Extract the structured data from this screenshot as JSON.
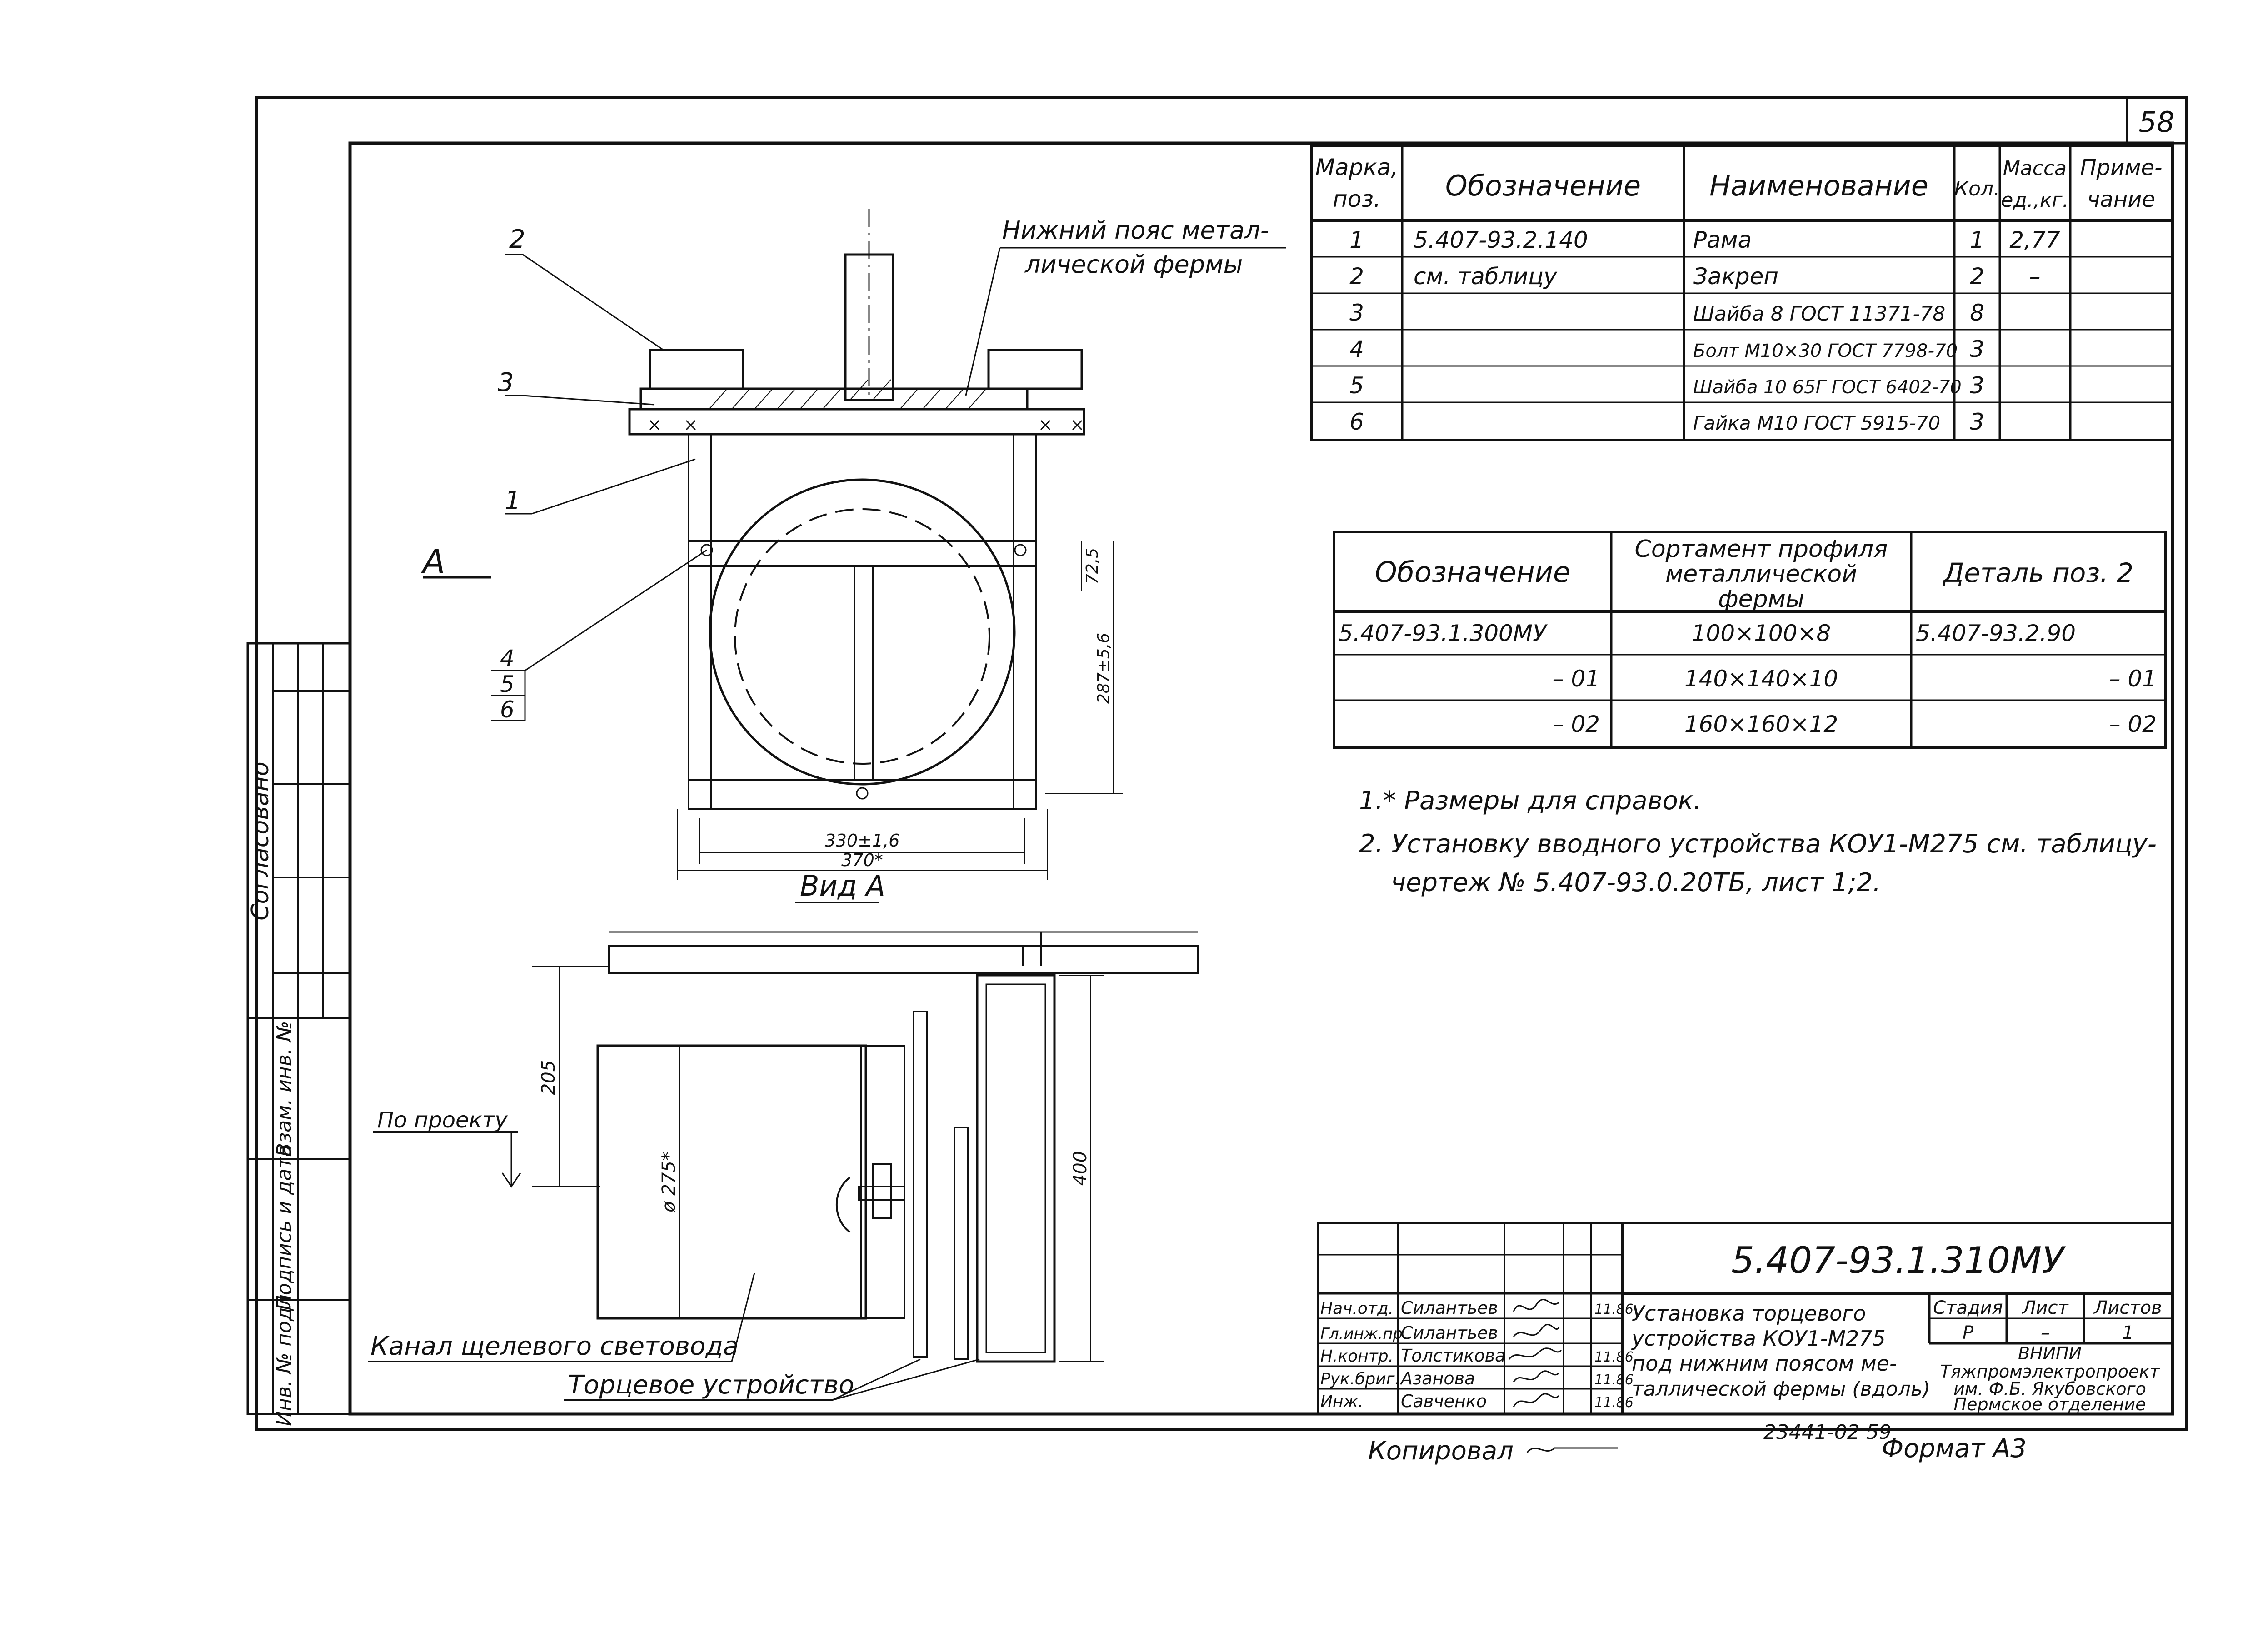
{
  "sheet_number": "58",
  "spec_table": {
    "headers": {
      "mark": [
        "Марка,",
        "поз."
      ],
      "designation": "Обозначение",
      "name": "Наименование",
      "qty": "Кол.",
      "mass": [
        "Масса",
        "ед.,кг."
      ],
      "note": [
        "Приме-",
        "чание"
      ]
    },
    "rows": [
      {
        "mark": "1",
        "designation": "5.407-93.2.140",
        "name": "Рама",
        "qty": "1",
        "mass": "2,77"
      },
      {
        "mark": "2",
        "designation": "см. таблицу",
        "name": "Закреп",
        "qty": "2",
        "mass": "–"
      },
      {
        "mark": "3",
        "designation": "",
        "name": "Шайба 8 ГОСТ 11371-78",
        "qty": "8",
        "mass": ""
      },
      {
        "mark": "4",
        "designation": "",
        "name": "Болт М10×30 ГОСТ 7798-70",
        "qty": "3",
        "mass": ""
      },
      {
        "mark": "5",
        "designation": "",
        "name": "Шайба 10 65Г ГОСТ 6402-70",
        "qty": "3",
        "mass": ""
      },
      {
        "mark": "6",
        "designation": "",
        "name": "Гайка М10 ГОСТ 5915-70",
        "qty": "3",
        "mass": ""
      }
    ]
  },
  "profile_table": {
    "headers": {
      "designation": "Обозначение",
      "profile": [
        "Сортамент профиля",
        "металлической",
        "фермы"
      ],
      "detail": "Деталь поз. 2"
    },
    "rows": [
      {
        "designation": "5.407-93.1.300МУ",
        "profile": "100×100×8",
        "detail": "5.407-93.2.90"
      },
      {
        "designation": "– 01",
        "profile": "140×140×10",
        "detail": "– 01"
      },
      {
        "designation": "– 02",
        "profile": "160×160×12",
        "detail": "– 02"
      }
    ]
  },
  "notes": [
    "1.* Размеры для справок.",
    "2. Установку вводного устройства КОУ1-М275 см. таблицу-",
    "чертеж № 5.407-93.0.20ТБ, лист 1;2."
  ],
  "drawing": {
    "top_label": [
      "Нижний пояс метал-",
      "лической фермы"
    ],
    "view_marker": "А",
    "view_title": "Вид А",
    "callouts": [
      "1",
      "2",
      "3",
      "4",
      "5",
      "6"
    ],
    "dims": {
      "inner_width": "330±1,6",
      "outer_width": "370*",
      "right_height": "287±5,6",
      "right_small": "72,5",
      "side_left": "205",
      "diameter": "ø 275*",
      "side_right": "400"
    },
    "label_project": "По проекту",
    "label_channel": "Канал щелевого световода",
    "label_device": "Торцевое устройство"
  },
  "left_strip": {
    "agreed": "Согласовано",
    "sign_date": "Подпись и дата",
    "inv_replace": "Взам. инв. №",
    "inv_orig": "Инв. № подл."
  },
  "title_block": {
    "doc_code": "5.407-93.1.310МУ",
    "roles": [
      {
        "role": "Нач.отд.",
        "name": "Силантьев",
        "date": "11.86"
      },
      {
        "role": "Гл.инж.пр.",
        "name": "Силантьев",
        "date": ""
      },
      {
        "role": "Н.контр.",
        "name": "Толстикова",
        "date": "11.86"
      },
      {
        "role": "Рук.бриг.",
        "name": "Азанова",
        "date": "11.86"
      },
      {
        "role": "Инж.",
        "name": "Савченко",
        "date": "11.86"
      }
    ],
    "title_lines": [
      "Установка торцевого",
      "устройства КОУ1-М275",
      "под нижним поясом ме-",
      "таллической фермы (вдоль)"
    ],
    "stage_label": "Стадия",
    "sheet_label": "Лист",
    "sheets_label": "Листов",
    "stage": "Р",
    "sheet": "–",
    "sheets": "1",
    "org_lines": [
      "ВНИПИ",
      "Тяжпромэлектропроект",
      "им. Ф.Б. Якубовского",
      "Пермское отделение"
    ]
  },
  "footer": {
    "copied": "Копировал",
    "inventory": "23441-02  59",
    "format": "Формат А3"
  }
}
